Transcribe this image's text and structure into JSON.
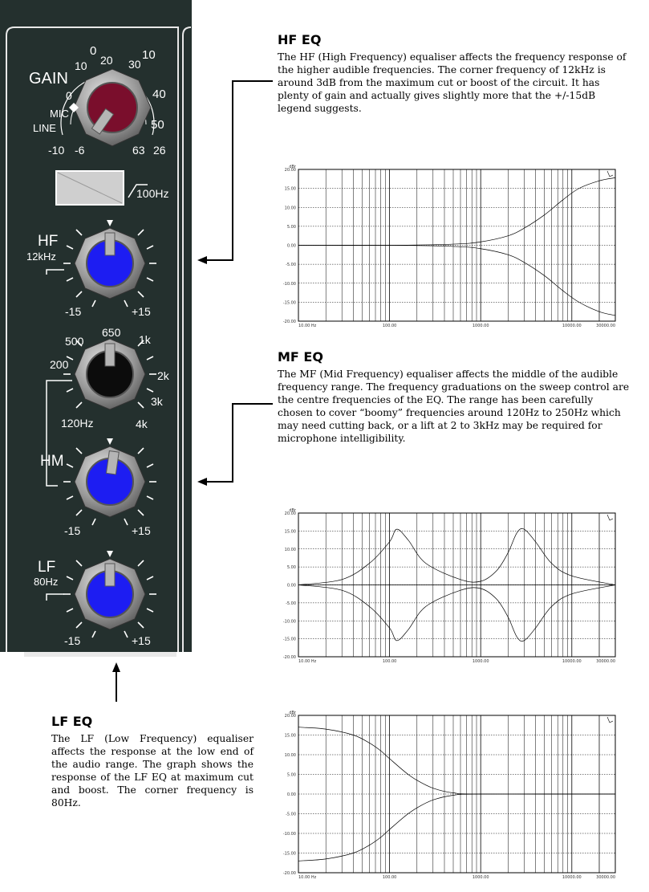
{
  "panel": {
    "gain": {
      "label": "GAIN",
      "mic_label": "MIC",
      "line_label": "LINE",
      "outer_scale": [
        "0",
        "10",
        "20",
        "30",
        "40",
        "50",
        "63"
      ],
      "inner_scale": [
        "10",
        "0",
        "-6",
        "-10",
        "26"
      ],
      "top_zero": "0"
    },
    "hpf": {
      "label": "100Hz"
    },
    "hf": {
      "label": "HF",
      "freq": "12kHz",
      "min": "-15",
      "max": "+15"
    },
    "hm_freq": {
      "labels": [
        "500",
        "650",
        "1k",
        "200",
        "2k",
        "3k",
        "120Hz",
        "4k"
      ]
    },
    "hm": {
      "label": "HM",
      "min": "-15",
      "max": "+15"
    },
    "lf": {
      "label": "LF",
      "freq": "80Hz",
      "min": "-15",
      "max": "+15"
    },
    "knob_colors": {
      "gain": "#7a0e2c",
      "eq": "#1d1df2",
      "freq": "#0c0c0c"
    }
  },
  "sections": {
    "hf": {
      "title": "HF EQ",
      "text": "The HF (High Frequency) equaliser affects the frequency response of the higher audible frequencies. The corner frequency of 12kHz is around 3dB from the maximum cut or boost of the circuit. It has plenty of gain and actually gives slightly more that the +/-15dB legend suggests."
    },
    "mf": {
      "title": "MF EQ",
      "text": "The MF (Mid Frequency) equaliser affects the middle of the audible frequency range. The frequency graduations on the sweep control are the centre frequencies of the EQ. The range has been carefully chosen to cover “boomy” frequencies around 120Hz to 250Hz which may need cutting back, or a lift at 2 to 3kHz may be required for microphone intelligibility."
    },
    "lf": {
      "title": "LF EQ",
      "text": "The LF (Low Frequency) equaliser affects the response at the low end of the audio range. The graph shows the response of the LF EQ at maximum cut and boost. The corner frequency is 80Hz."
    }
  },
  "graph_common": {
    "y_unit": "dBr",
    "y_ticks": [
      "20.00",
      "15.00",
      "10.00",
      "5.00",
      "0.00",
      "-5.00",
      "-10.00",
      "-15.00",
      "-20.00"
    ],
    "x_ticks": [
      "10.00 Hz",
      "100.00",
      "1000.00",
      "10000.00",
      "30000.00"
    ]
  },
  "chart_data": [
    {
      "type": "line",
      "title": "",
      "xlabel": "",
      "ylabel": "dBr",
      "xlim": [
        10,
        30000
      ],
      "ylim": [
        -20,
        20
      ],
      "x_scale": "log",
      "grid": true,
      "series": [
        {
          "x": [
            10,
            100,
            500,
            1000,
            2000,
            3000,
            5000,
            8000,
            12000,
            20000,
            30000
          ],
          "values": [
            0,
            0,
            0.3,
            0.9,
            2.5,
            4.5,
            8,
            12,
            15,
            17,
            17.8
          ]
        },
        {
          "x": [
            10,
            100,
            500,
            1000,
            2000,
            3000,
            5000,
            8000,
            12000,
            20000,
            30000
          ],
          "values": [
            0,
            0,
            -0.3,
            -0.9,
            -2.5,
            -4.5,
            -8,
            -12,
            -15,
            -17.5,
            -18.5
          ]
        }
      ]
    },
    {
      "type": "line",
      "title": "",
      "xlabel": "",
      "ylabel": "dBr",
      "xlim": [
        10,
        30000
      ],
      "ylim": [
        -20,
        20
      ],
      "x_scale": "log",
      "grid": true,
      "series": [
        {
          "x": [
            10,
            30,
            60,
            100,
            120,
            160,
            250,
            600,
            1000,
            1500,
            2000,
            2500,
            3000,
            4000,
            6000,
            10000,
            30000
          ],
          "values": [
            0,
            1.5,
            6,
            12,
            15.5,
            12.5,
            6,
            1.5,
            1,
            4,
            9,
            14.5,
            15.5,
            12,
            6,
            2.5,
            0
          ]
        },
        {
          "x": [
            10,
            30,
            60,
            100,
            120,
            160,
            250,
            600,
            1000,
            1500,
            2000,
            2500,
            3000,
            4000,
            6000,
            10000,
            30000
          ],
          "values": [
            0,
            -1.5,
            -6,
            -12,
            -15.5,
            -12.5,
            -6,
            -1.5,
            -1,
            -4,
            -9,
            -14.5,
            -15.5,
            -12,
            -6,
            -2.5,
            0
          ]
        },
        {
          "x": [
            10,
            120,
            1000,
            3000,
            30000
          ],
          "values": [
            0,
            0,
            0,
            0,
            0
          ]
        }
      ]
    },
    {
      "type": "line",
      "title": "",
      "xlabel": "",
      "ylabel": "dBr",
      "xlim": [
        10,
        30000
      ],
      "ylim": [
        -20,
        20
      ],
      "x_scale": "log",
      "grid": true,
      "series": [
        {
          "x": [
            10,
            20,
            40,
            60,
            80,
            100,
            150,
            200,
            300,
            500,
            1000,
            30000
          ],
          "values": [
            17,
            16.5,
            15,
            13,
            11,
            9,
            5.5,
            3.5,
            1.5,
            0.3,
            0,
            0
          ]
        },
        {
          "x": [
            10,
            20,
            40,
            60,
            80,
            100,
            150,
            200,
            300,
            500,
            1000,
            30000
          ],
          "values": [
            -17,
            -16.5,
            -15,
            -13,
            -11,
            -9,
            -5.5,
            -3.5,
            -1.5,
            -0.3,
            0,
            0
          ]
        }
      ]
    }
  ]
}
